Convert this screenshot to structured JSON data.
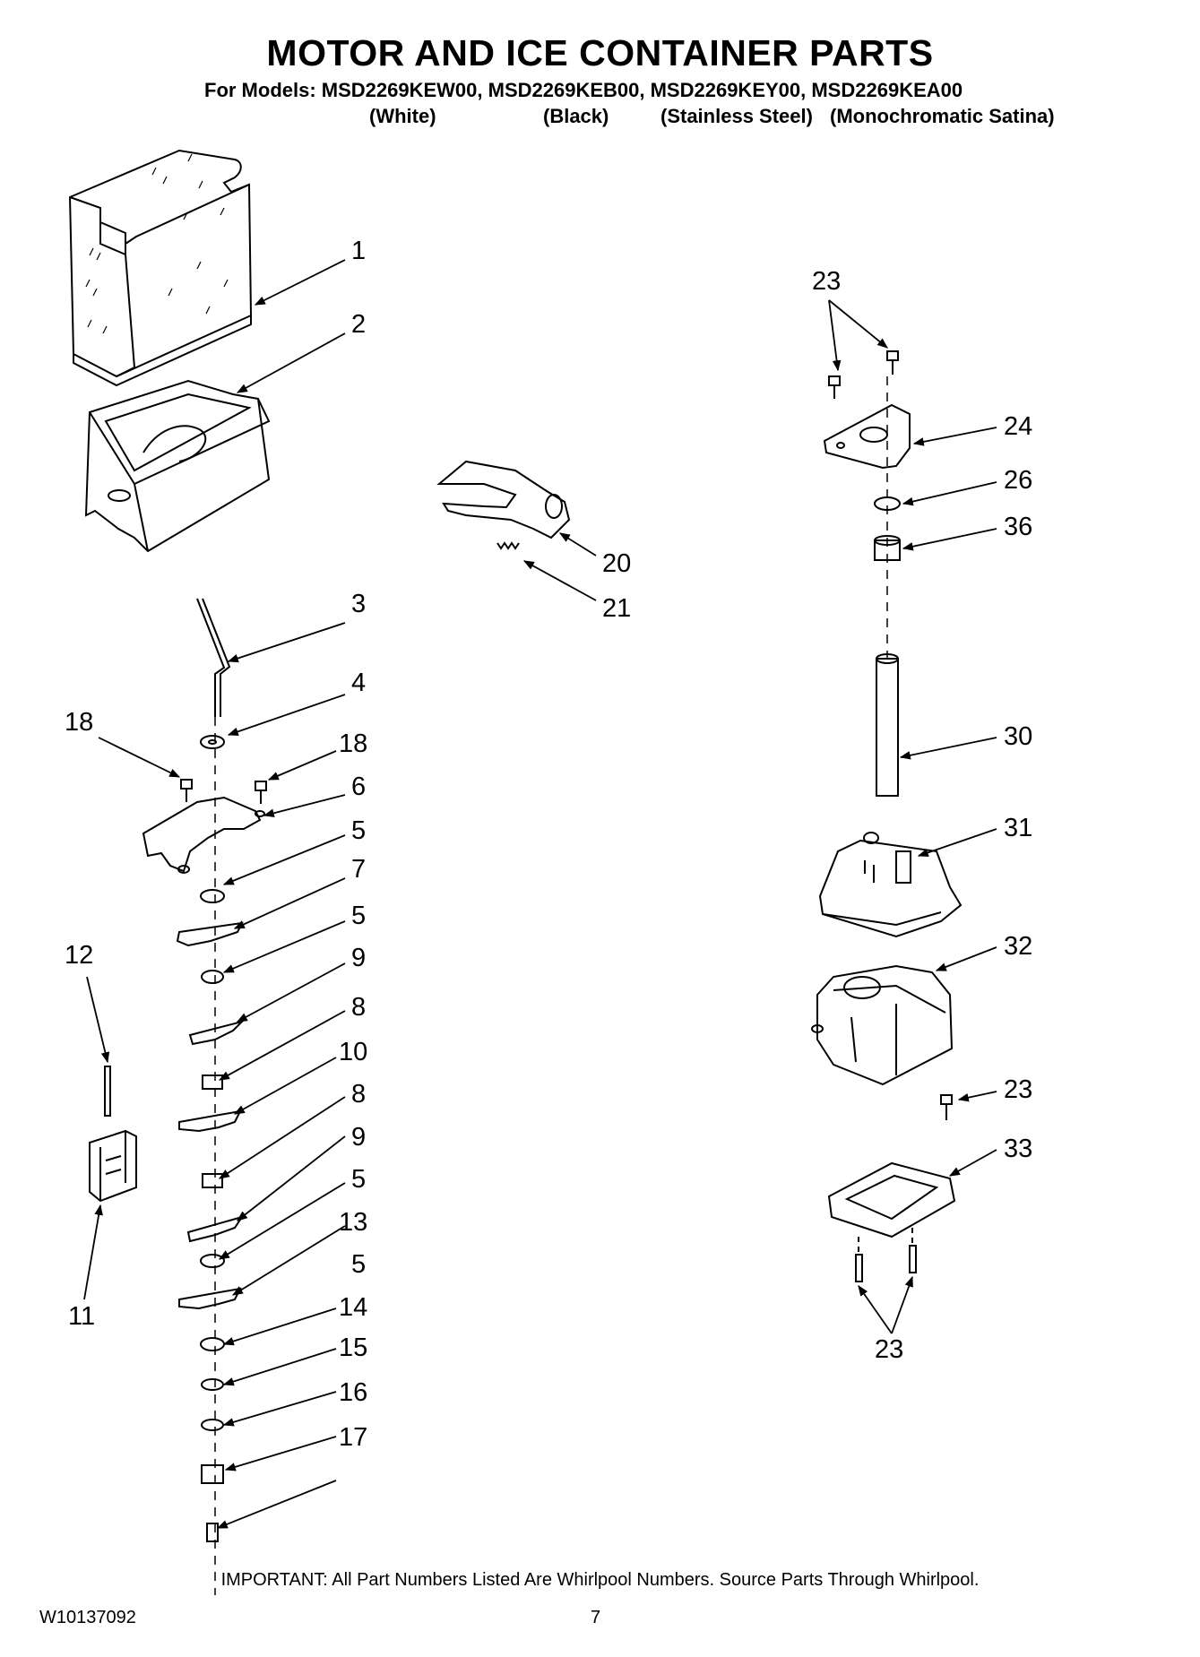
{
  "header": {
    "title": "MOTOR AND ICE CONTAINER PARTS",
    "models_line": "For Models: MSD2269KEW00, MSD2269KEB00, MSD2269KEY00, MSD2269KEA00",
    "variants": [
      "(White)",
      "(Black)",
      "(Stainless Steel)",
      "(Monochromatic Satina)"
    ]
  },
  "callouts": [
    "1",
    "2",
    "3",
    "4",
    "18",
    "18",
    "6",
    "5",
    "7",
    "5",
    "9",
    "8",
    "10",
    "8",
    "9",
    "5",
    "13",
    "5",
    "14",
    "15",
    "16",
    "17",
    "12",
    "11",
    "20",
    "21",
    "23",
    "24",
    "26",
    "36",
    "30",
    "31",
    "32",
    "23",
    "33",
    "23"
  ],
  "footer": {
    "note": "IMPORTANT: All Part Numbers Listed Are Whirlpool Numbers. Source Parts Through Whirlpool.",
    "doc_number": "W10137092",
    "page_number": "7"
  }
}
